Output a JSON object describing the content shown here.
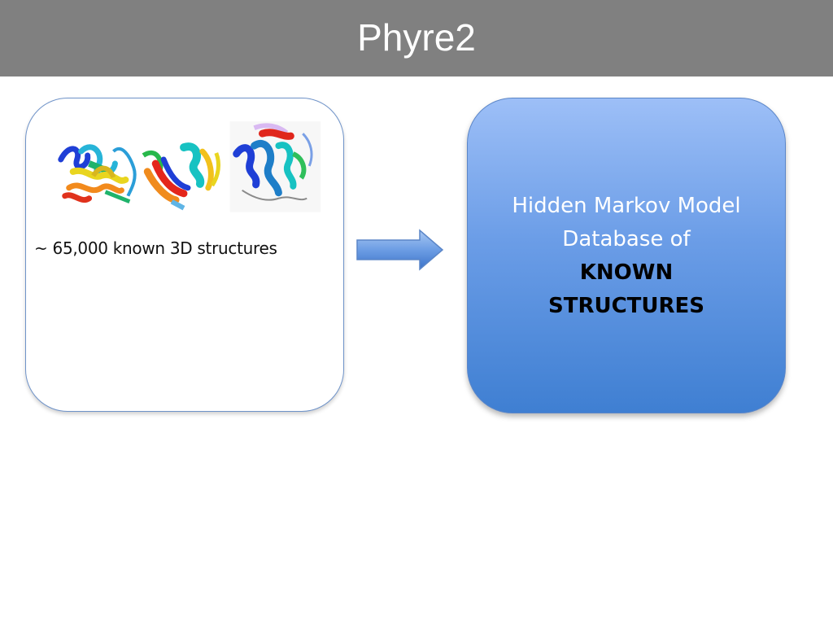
{
  "slide": {
    "title": "Phyre2"
  },
  "left_panel": {
    "images": [
      "protein-structure-image",
      "protein-structure-image",
      "protein-structure-image"
    ],
    "caption": "~ 65,000 known 3D structures"
  },
  "arrow": {
    "icon": "right-arrow-icon"
  },
  "right_panel": {
    "line1": "Hidden Markov Model",
    "line2": "Database of",
    "line3": "KNOWN",
    "line4": "STRUCTURES"
  },
  "colors": {
    "title_bar": "#808080",
    "box_gradient_top": "#9dbff7",
    "box_gradient_bottom": "#3f7fd2",
    "arrow_fill": "#5d8fd9"
  }
}
